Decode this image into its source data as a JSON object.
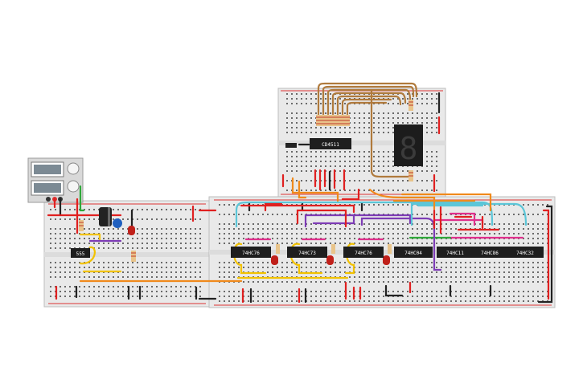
{
  "chips": {
    "timer": "555",
    "decoder": "CD4511",
    "c1": "74HC76",
    "c2": "74HC73",
    "c3": "74HC76",
    "c4": "74HC04",
    "c5": "74HC11",
    "c6": "74HC86",
    "c7": "74HC32"
  },
  "display": {
    "digit": "8"
  },
  "colors": {
    "board": "#e9e9e9",
    "rail_red": "#d33",
    "rail_blue": "#444",
    "wire_yellow": "#f2c200",
    "wire_orange": "#f08a1c",
    "wire_purple": "#7d3cb5",
    "wire_cyan": "#5bc6d8",
    "wire_red": "#e02020",
    "wire_black": "#222",
    "wire_pink": "#e0308c",
    "wire_green": "#2fa83a",
    "wire_brown": "#b07a3c",
    "led": "#c0201a",
    "chip": "#1e1e1e"
  }
}
